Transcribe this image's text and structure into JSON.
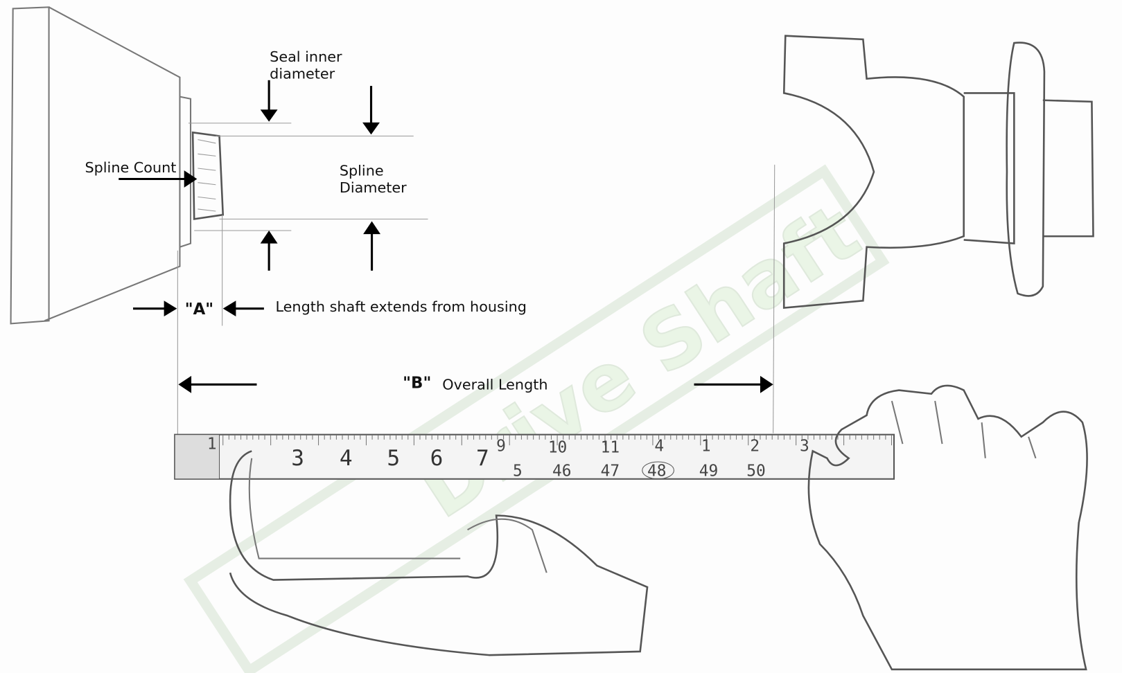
{
  "labels": {
    "seal_inner_diameter_line1": "Seal inner",
    "seal_inner_diameter_line2": "diameter",
    "spline_count": "Spline Count",
    "spline_diameter_line1": "Spline",
    "spline_diameter_line2": "Diameter",
    "a_marker": "\"A\"",
    "a_description": "Length shaft extends from housing",
    "b_marker": "\"B\"",
    "b_description": "Overall Length"
  },
  "watermark": {
    "text": "Drive Shaft",
    "color": "#e8f4e4"
  },
  "tape_measure": {
    "top_numbers": [
      "1",
      "3",
      "4",
      "5",
      "6",
      "7",
      "9",
      "10",
      "11",
      "4",
      "1",
      "2",
      "3"
    ],
    "bottom_numbers": [
      "5",
      "46",
      "47",
      "48",
      "49",
      "50"
    ]
  }
}
